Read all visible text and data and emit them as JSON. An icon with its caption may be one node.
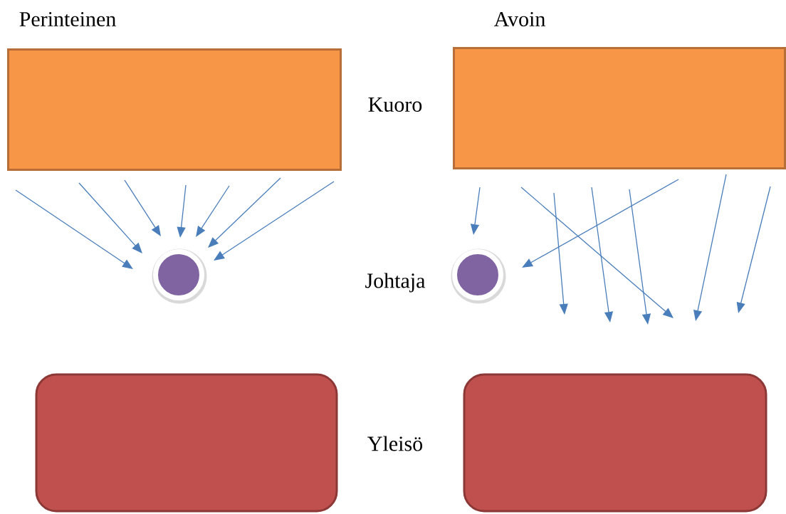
{
  "diagram": {
    "nodes": [
      {
        "text": [],
        "shape": "box"
      },
      {
        "text": [],
        "shape": "circle"
      },
      {
        "text": [],
        "shape": "box"
      },
      {
        "text": [],
        "shape": "box"
      },
      {
        "text": [],
        "shape": "circle"
      },
      {
        "text": [],
        "shape": "box"
      }
    ],
    "edges": [
      {
        "from": 0,
        "to": 1,
        "arrow": "to"
      },
      {
        "from": 0,
        "to": 1,
        "arrow": "to"
      },
      {
        "from": 0,
        "to": 1,
        "arrow": "to"
      },
      {
        "from": 0,
        "to": 1,
        "arrow": "to"
      },
      {
        "from": 0,
        "to": 1,
        "arrow": "to"
      },
      {
        "from": 0,
        "to": 1,
        "arrow": "to"
      },
      {
        "from": 0,
        "to": 1,
        "arrow": "to"
      },
      {
        "from": 3,
        "to": 4,
        "arrow": "to"
      },
      {
        "from": 3,
        "to": null,
        "arrow": "to"
      },
      {
        "from": 3,
        "to": null,
        "arrow": "to"
      },
      {
        "from": 3,
        "to": null,
        "arrow": "to"
      },
      {
        "from": 3,
        "to": null,
        "arrow": "to"
      },
      {
        "from": 3,
        "to": 4,
        "arrow": "to"
      },
      {
        "from": 3,
        "to": null,
        "arrow": "to"
      },
      {
        "from": 3,
        "to": null,
        "arrow": "to"
      }
    ],
    "labels": [
      "Perinteinen",
      "Avoin",
      "Kuoro",
      "Johtaja",
      "Yleisö"
    ]
  }
}
